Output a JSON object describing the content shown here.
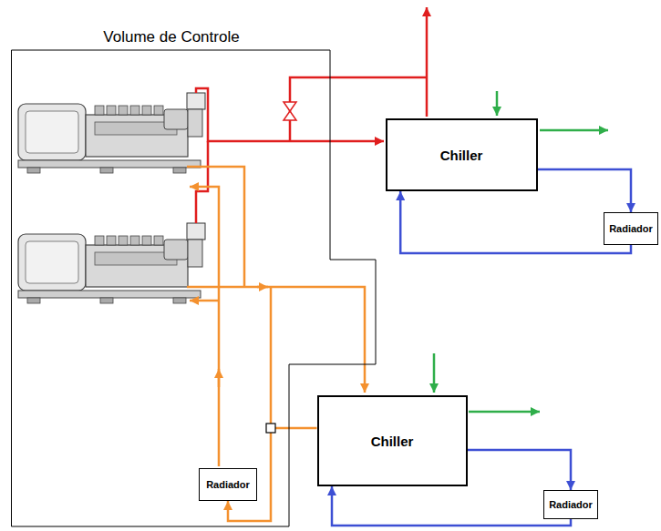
{
  "diagram": {
    "nodes": [
      {
        "text": [
          "Volume de Controle"
        ]
      },
      {
        "text": [
          "Radiador"
        ],
        "in": 0
      },
      {
        "text": [
          "Chiller"
        ]
      },
      {
        "text": [
          "Radiador"
        ]
      },
      {
        "text": [
          "Chiller"
        ]
      },
      {
        "text": [
          "Radiador"
        ]
      }
    ],
    "edges": [
      {
        "from": 2,
        "to": 3,
        "arrow": "to"
      },
      {
        "from": 3,
        "to": 2,
        "arrow": "to"
      },
      {
        "from": 4,
        "to": 1,
        "arrow": "to"
      },
      {
        "from": 4,
        "to": 5,
        "arrow": "to"
      },
      {
        "from": 5,
        "to": 4,
        "arrow": "to"
      }
    ]
  }
}
